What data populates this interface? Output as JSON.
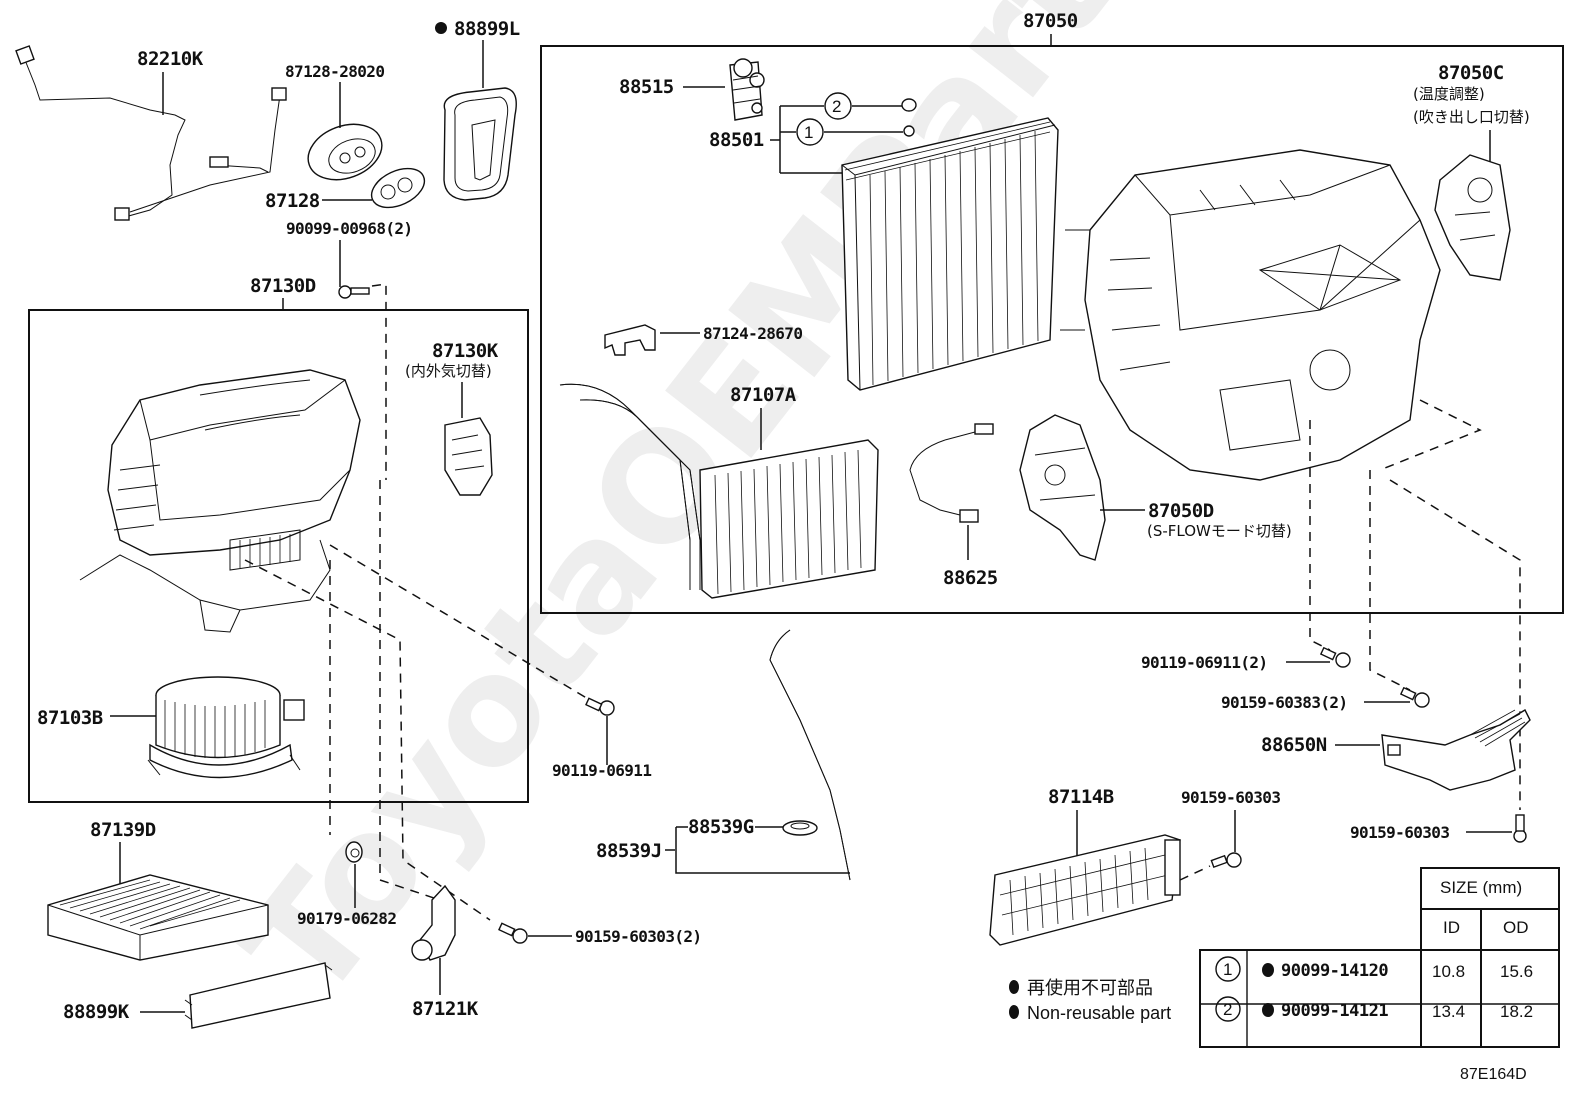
{
  "watermark": "ToyotaOEMParts",
  "diagram_code": "87E164D",
  "labels": {
    "p82210K": "82210K",
    "p87128_28020": "87128-28020",
    "p88899L": "88899L",
    "p87128": "87128",
    "p90099_00968": "90099-00968(2)",
    "p87130D": "87130D",
    "p87130K": "87130K",
    "p87130K_note": "(内外気切替)",
    "p87103B": "87103B",
    "p90119_06911": "90119-06911",
    "p87139D": "87139D",
    "p90179_06282": "90179-06282",
    "p90159_60303_2a": "90159-60303(2)",
    "p87121K": "87121K",
    "p88899K": "88899K",
    "p87050": "87050",
    "p88515": "88515",
    "p88501": "88501",
    "p87050C": "87050C",
    "p87050C_note1": "(温度調整)",
    "p87050C_note2": "(吹き出し口切替)",
    "p87124_28670": "87124-28670",
    "p87107A": "87107A",
    "p87050D": "87050D",
    "p87050D_note": "(S-FLOWモード切替)",
    "p88625": "88625",
    "p90119_06911_2": "90119-06911(2)",
    "p90159_60383_2": "90159-60383(2)",
    "p88650N": "88650N",
    "p90159_60303_b": "90159-60303",
    "p90159_60303_c": "90159-60303",
    "p87114B": "87114B",
    "p88539G": "88539G",
    "p88539J": "88539J",
    "ring1": "1",
    "ring2": "2"
  },
  "legend": {
    "line_jp": "再使用不可部品",
    "line_en": "Non-reusable part"
  },
  "size_table": {
    "header": "SIZE (mm)",
    "col_id": "ID",
    "col_od": "OD",
    "rows": [
      {
        "ref": "1",
        "part_no": "90099-14120",
        "id": "10.8",
        "od": "15.6"
      },
      {
        "ref": "2",
        "part_no": "90099-14121",
        "id": "13.4",
        "od": "18.2"
      }
    ]
  }
}
